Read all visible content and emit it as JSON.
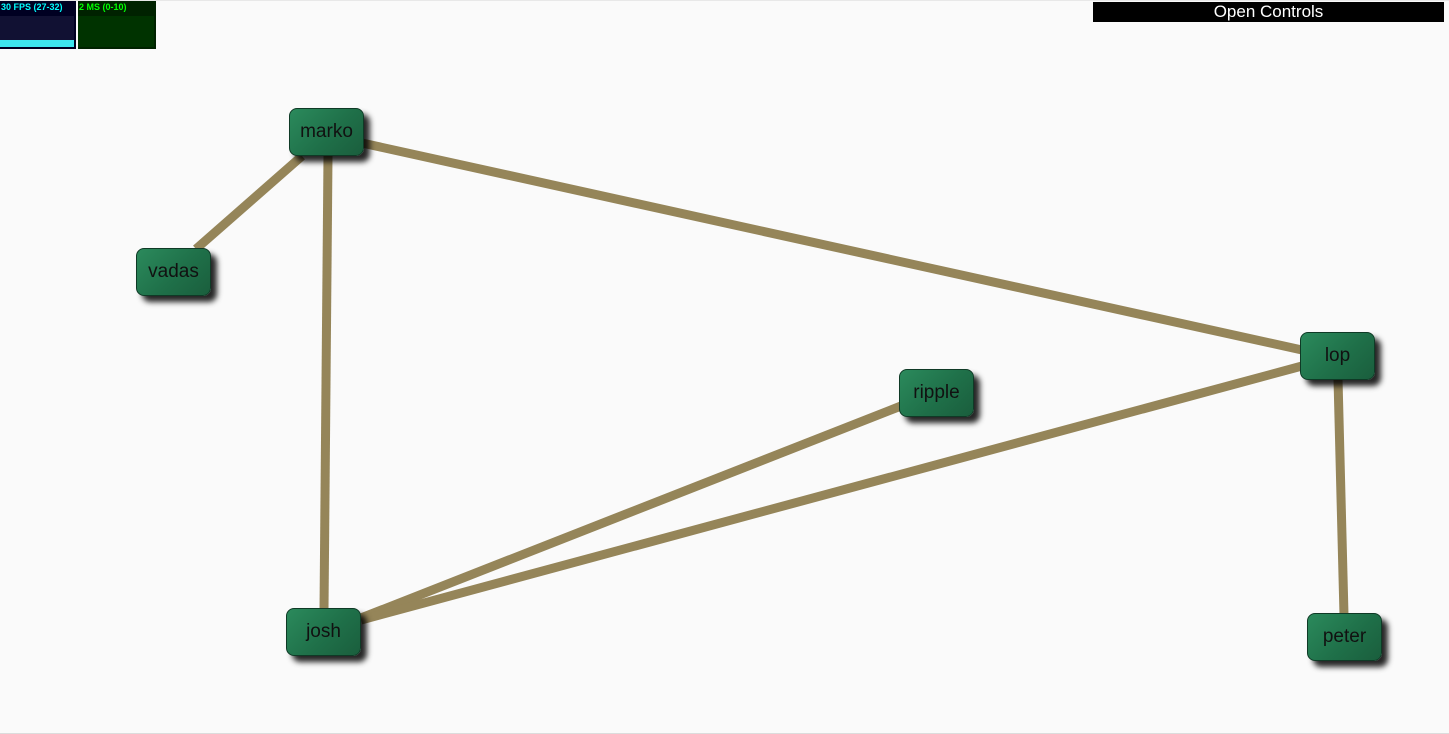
{
  "stats": {
    "fps_label": "30 FPS (27-32)",
    "fps_level": 0.85,
    "ms_label": "2 MS (0-10)",
    "ms_level": 0.0
  },
  "controls": {
    "label": "Open Controls"
  },
  "colors": {
    "background": "#fafafa",
    "edge": "#958559",
    "node_fill": "#1f7049",
    "node_text": "#111111",
    "controls_bg": "#000000",
    "controls_text": "#ffffff"
  },
  "graph": {
    "nodes": [
      {
        "id": "marko",
        "label": "marko"
      },
      {
        "id": "vadas",
        "label": "vadas"
      },
      {
        "id": "lop",
        "label": "lop"
      },
      {
        "id": "ripple",
        "label": "ripple"
      },
      {
        "id": "josh",
        "label": "josh"
      },
      {
        "id": "peter",
        "label": "peter"
      }
    ],
    "edges": [
      {
        "source": "marko",
        "target": "vadas"
      },
      {
        "source": "marko",
        "target": "lop"
      },
      {
        "source": "marko",
        "target": "josh"
      },
      {
        "source": "josh",
        "target": "ripple"
      },
      {
        "source": "josh",
        "target": "lop"
      },
      {
        "source": "peter",
        "target": "lop"
      }
    ]
  }
}
